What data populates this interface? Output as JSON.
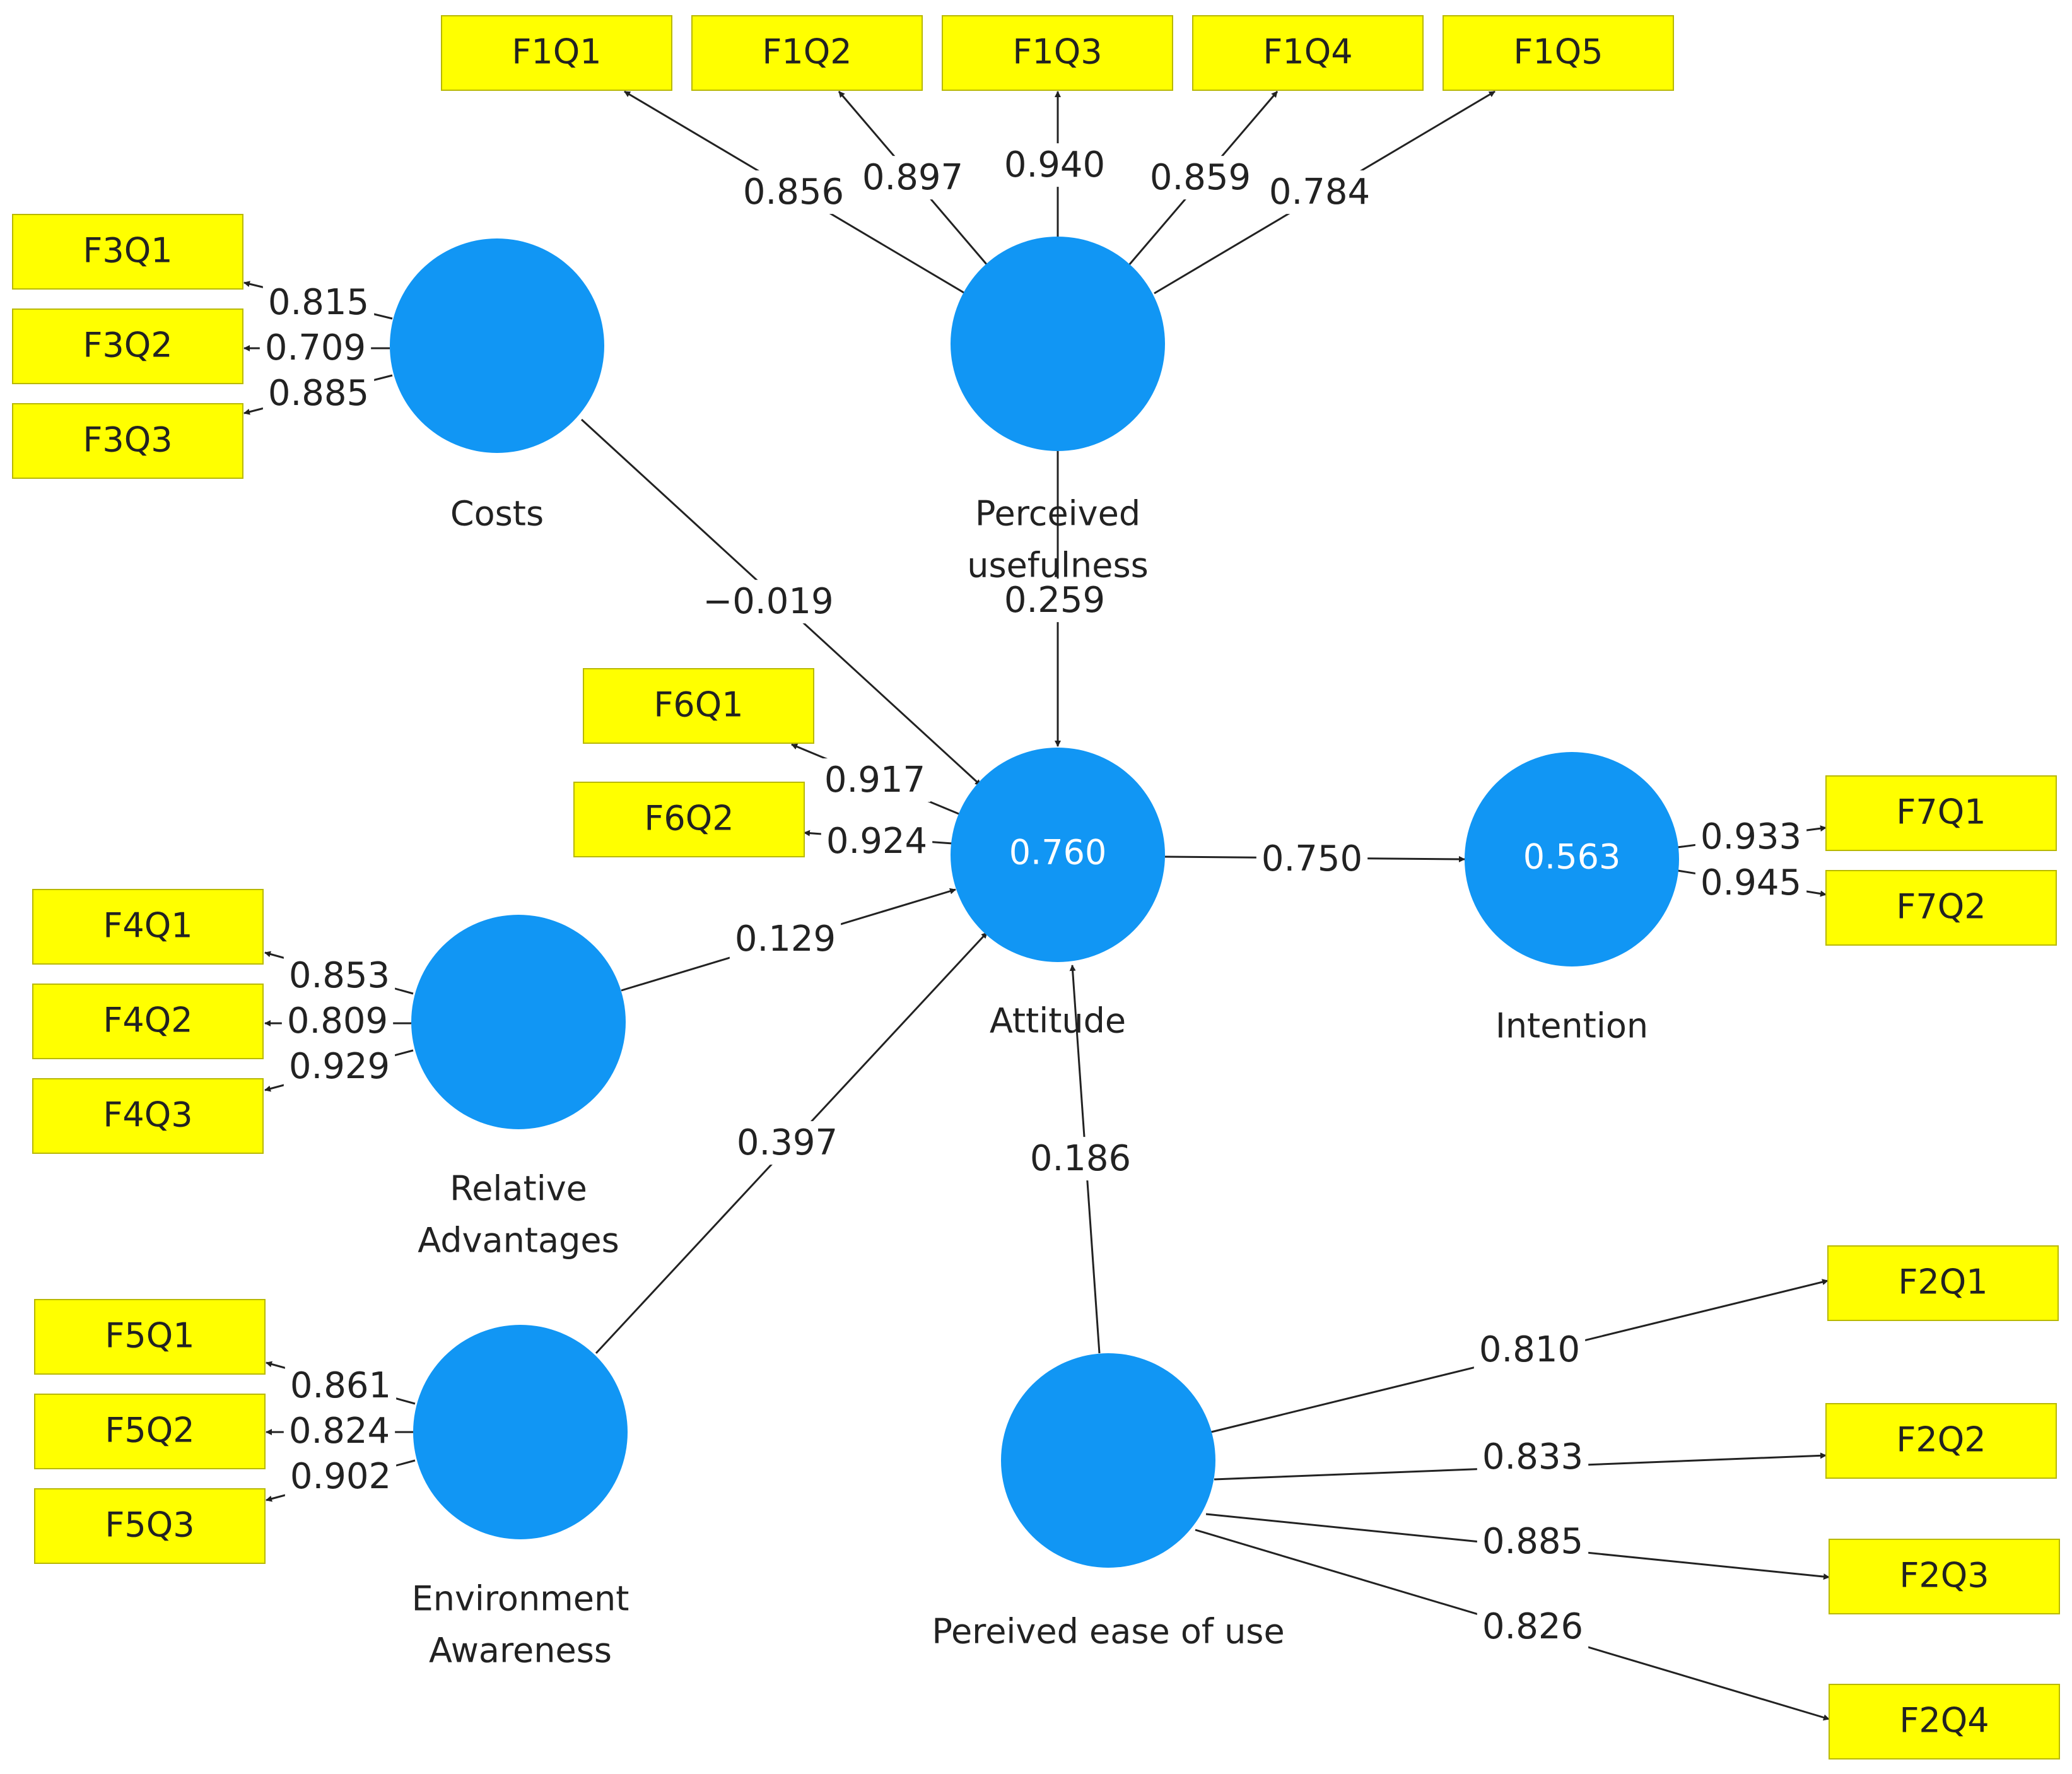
{
  "colors": {
    "latent_fill": "#1196F4",
    "indicator_fill": "#FFFF00",
    "indicator_stroke": "#B8B800",
    "line": "#222222",
    "text": "#222222",
    "r2_text": "#FFFFFF"
  },
  "latent_variables": [
    {
      "id": "F1",
      "label_lines": [
        "Perceived",
        "usefulness"
      ],
      "r2": ""
    },
    {
      "id": "F3",
      "label_lines": [
        "Costs"
      ],
      "r2": ""
    },
    {
      "id": "F4",
      "label_lines": [
        "Relative",
        "Advantages"
      ],
      "r2": ""
    },
    {
      "id": "F5",
      "label_lines": [
        "Environment",
        "Awareness"
      ],
      "r2": ""
    },
    {
      "id": "F2",
      "label_lines": [
        "Pereived ease of use"
      ],
      "r2": ""
    },
    {
      "id": "F6",
      "label_lines": [
        "Attitude"
      ],
      "r2": "0.760"
    },
    {
      "id": "F7",
      "label_lines": [
        "Intention"
      ],
      "r2": "0.563"
    }
  ],
  "indicators": [
    {
      "id": "F1Q1",
      "label": "F1Q1",
      "latent": "F1",
      "loading": "0.856"
    },
    {
      "id": "F1Q2",
      "label": "F1Q2",
      "latent": "F1",
      "loading": "0.897"
    },
    {
      "id": "F1Q3",
      "label": "F1Q3",
      "latent": "F1",
      "loading": "0.940"
    },
    {
      "id": "F1Q4",
      "label": "F1Q4",
      "latent": "F1",
      "loading": "0.859"
    },
    {
      "id": "F1Q5",
      "label": "F1Q5",
      "latent": "F1",
      "loading": "0.784"
    },
    {
      "id": "F3Q1",
      "label": "F3Q1",
      "latent": "F3",
      "loading": "0.815"
    },
    {
      "id": "F3Q2",
      "label": "F3Q2",
      "latent": "F3",
      "loading": "0.709"
    },
    {
      "id": "F3Q3",
      "label": "F3Q3",
      "latent": "F3",
      "loading": "0.885"
    },
    {
      "id": "F6Q1",
      "label": "F6Q1",
      "latent": "F6",
      "loading": "0.917"
    },
    {
      "id": "F6Q2",
      "label": "F6Q2",
      "latent": "F6",
      "loading": "0.924"
    },
    {
      "id": "F4Q1",
      "label": "F4Q1",
      "latent": "F4",
      "loading": "0.853"
    },
    {
      "id": "F4Q2",
      "label": "F4Q2",
      "latent": "F4",
      "loading": "0.809"
    },
    {
      "id": "F4Q3",
      "label": "F4Q3",
      "latent": "F4",
      "loading": "0.929"
    },
    {
      "id": "F5Q1",
      "label": "F5Q1",
      "latent": "F5",
      "loading": "0.861"
    },
    {
      "id": "F5Q2",
      "label": "F5Q2",
      "latent": "F5",
      "loading": "0.824"
    },
    {
      "id": "F5Q3",
      "label": "F5Q3",
      "latent": "F5",
      "loading": "0.902"
    },
    {
      "id": "F7Q1",
      "label": "F7Q1",
      "latent": "F7",
      "loading": "0.933"
    },
    {
      "id": "F7Q2",
      "label": "F7Q2",
      "latent": "F7",
      "loading": "0.945"
    },
    {
      "id": "F2Q1",
      "label": "F2Q1",
      "latent": "F2",
      "loading": "0.810"
    },
    {
      "id": "F2Q2",
      "label": "F2Q2",
      "latent": "F2",
      "loading": "0.833"
    },
    {
      "id": "F2Q3",
      "label": "F2Q3",
      "latent": "F2",
      "loading": "0.885"
    },
    {
      "id": "F2Q4",
      "label": "F2Q4",
      "latent": "F2",
      "loading": "0.826"
    }
  ],
  "paths": [
    {
      "from": "F3",
      "to": "F6",
      "coefficient": "−0.019"
    },
    {
      "from": "F1",
      "to": "F6",
      "coefficient": "0.259"
    },
    {
      "from": "F4",
      "to": "F6",
      "coefficient": "0.129"
    },
    {
      "from": "F5",
      "to": "F6",
      "coefficient": "0.397"
    },
    {
      "from": "F2",
      "to": "F6",
      "coefficient": "0.186"
    },
    {
      "from": "F6",
      "to": "F7",
      "coefficient": "0.750"
    }
  ]
}
